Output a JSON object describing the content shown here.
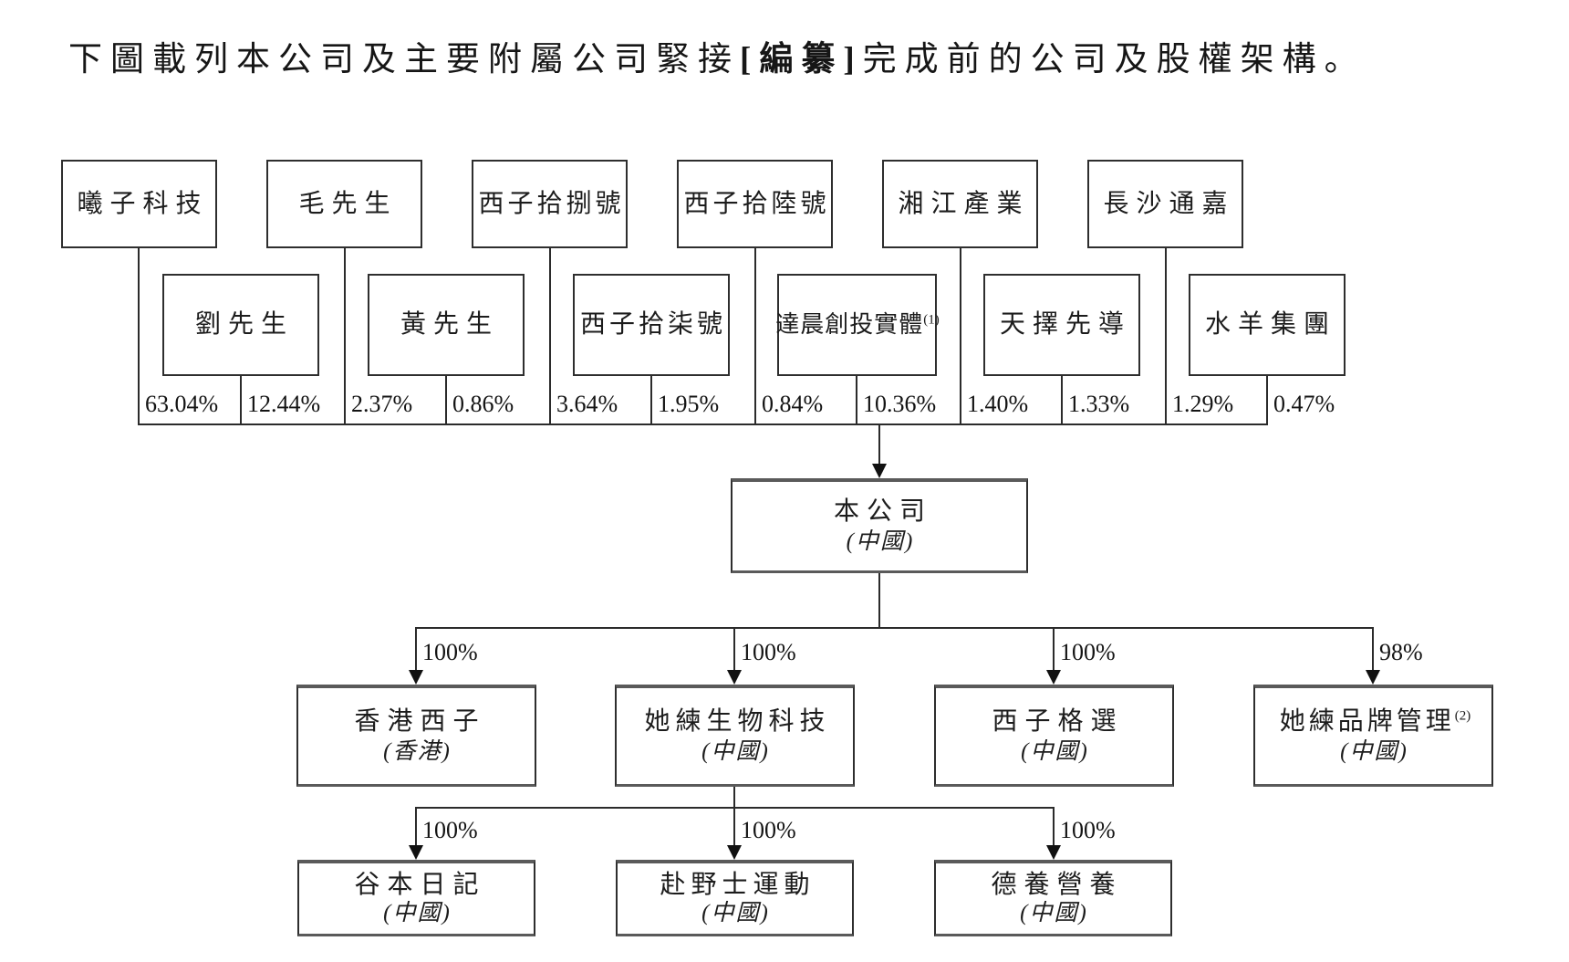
{
  "title": {
    "prefix": "下圖載列本公司及主要附屬公司緊接",
    "bracket": "[編纂]",
    "suffix": "完成前的公司及股權架構。"
  },
  "level1": {
    "top_row": [
      {
        "name": "曦子科技",
        "sup": "",
        "pct": "63.04%"
      },
      {
        "name": "毛先生",
        "sup": "",
        "pct": "2.37%"
      },
      {
        "name": "西子拾捌號",
        "sup": "",
        "pct": "3.64%"
      },
      {
        "name": "西子拾陸號",
        "sup": "",
        "pct": "0.84%"
      },
      {
        "name": "湘江產業",
        "sup": "",
        "pct": "1.40%"
      },
      {
        "name": "長沙通嘉",
        "sup": "",
        "pct": "1.29%"
      }
    ],
    "second_row": [
      {
        "name": "劉先生",
        "sup": "",
        "pct": "12.44%"
      },
      {
        "name": "黃先生",
        "sup": "",
        "pct": "0.86%"
      },
      {
        "name": "西子拾柒號",
        "sup": "",
        "pct": "1.95%"
      },
      {
        "name": "達晨創投實體",
        "sup": "(1)",
        "pct": "10.36%"
      },
      {
        "name": "天擇先導",
        "sup": "",
        "pct": "1.33%"
      },
      {
        "name": "水羊集團",
        "sup": "",
        "pct": "0.47%"
      }
    ]
  },
  "company": {
    "name": "本公司",
    "region": "(中國)"
  },
  "level2": [
    {
      "name": "香港西子",
      "sup": "",
      "region": "(香港)",
      "pct": "100%"
    },
    {
      "name": "她練生物科技",
      "sup": "",
      "region": "(中國)",
      "pct": "100%"
    },
    {
      "name": "西子格選",
      "sup": "",
      "region": "(中國)",
      "pct": "100%"
    },
    {
      "name": "她練品牌管理",
      "sup": "(2)",
      "region": "(中國)",
      "pct": "98%"
    }
  ],
  "level3": [
    {
      "name": "谷本日記",
      "region": "(中國)",
      "pct": "100%"
    },
    {
      "name": "赴野士運動",
      "region": "(中國)",
      "pct": "100%"
    },
    {
      "name": "德養營養",
      "region": "(中國)",
      "pct": "100%"
    }
  ]
}
